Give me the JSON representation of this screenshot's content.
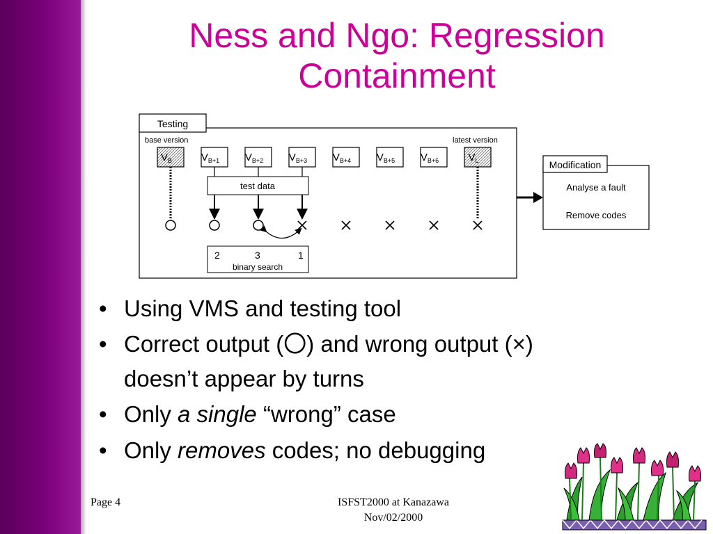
{
  "slide": {
    "title_line1": "Ness and Ngo: Regression",
    "title_line2": "Containment"
  },
  "diagram": {
    "testing_label": "Testing",
    "base_version_label": "base version",
    "latest_version_label": "latest version",
    "versions": [
      {
        "main": "V",
        "sub": "B",
        "hatched": true,
        "result": "○"
      },
      {
        "main": "V",
        "sub": "B+1",
        "hatched": false,
        "result": "○"
      },
      {
        "main": "V",
        "sub": "B+2",
        "hatched": false,
        "result": "○"
      },
      {
        "main": "V",
        "sub": "B+3",
        "hatched": false,
        "result": "×"
      },
      {
        "main": "V",
        "sub": "B+4",
        "hatched": false,
        "result": "×"
      },
      {
        "main": "V",
        "sub": "B+5",
        "hatched": false,
        "result": "×"
      },
      {
        "main": "V",
        "sub": "B+6",
        "hatched": false,
        "result": "×"
      },
      {
        "main": "V",
        "sub": "L",
        "hatched": true,
        "result": "×"
      }
    ],
    "test_data_label": "test data",
    "binary_search_numbers": [
      "2",
      "3",
      "1"
    ],
    "binary_search_label": "binary search",
    "modification_label": "Modification",
    "modification_items": [
      "Analyse a fault",
      "Remove codes"
    ]
  },
  "bullets": {
    "b1": "Using VMS and testing tool",
    "b2_line1": "Correct output (〇) and wrong output (×)",
    "b2_line2": "doesn’t appear by turns",
    "b3_pre": "Only ",
    "b3_em": "a single",
    "b3_post": " “wrong” case",
    "b4_pre": "Only ",
    "b4_em": "removes",
    "b4_post": " codes; no debugging",
    "marker": "•"
  },
  "footer": {
    "page": "Page 4",
    "conference": "ISFST2000 at Kanazawa",
    "date": "Nov/02/2000"
  },
  "colors": {
    "title": "#cc0099",
    "sidebar": "#6a006a"
  }
}
